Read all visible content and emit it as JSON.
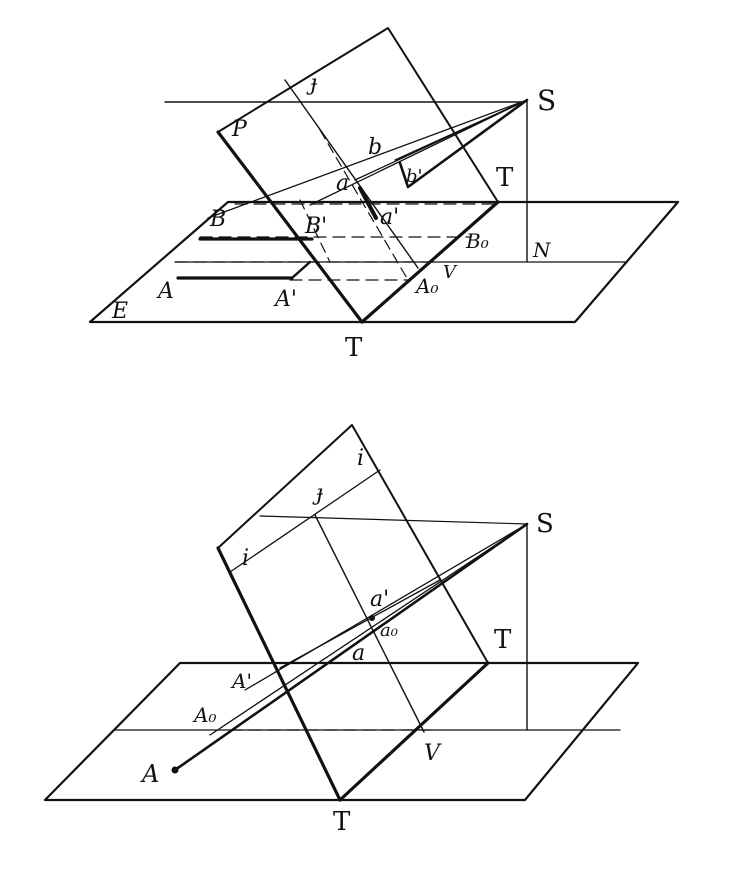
{
  "top_figure": {
    "labels": {
      "S": "S",
      "T_right": "T",
      "T_bottom": "T",
      "N": "N",
      "P": "P",
      "J": "ɟ",
      "E": "E",
      "A": "A",
      "A_prime": "A'",
      "A_zero": "A₀",
      "B": "B",
      "B_prime": "B'",
      "B_zero": "B₀",
      "b": "b",
      "b_prime": "b'",
      "a": "a",
      "a_prime": "a'",
      "V": "V"
    }
  },
  "bottom_figure": {
    "labels": {
      "S": "S",
      "T_right": "T",
      "T_bottom": "T",
      "J": "ɟ",
      "i_top": "i",
      "i_left": "i",
      "a_prime": "a'",
      "a_zero": "a₀",
      "a": "a",
      "A": "A",
      "A_prime": "A'",
      "A_zero": "A₀",
      "V": "V"
    }
  },
  "colors": {
    "ink": "#111111",
    "paper": "#ffffff"
  }
}
